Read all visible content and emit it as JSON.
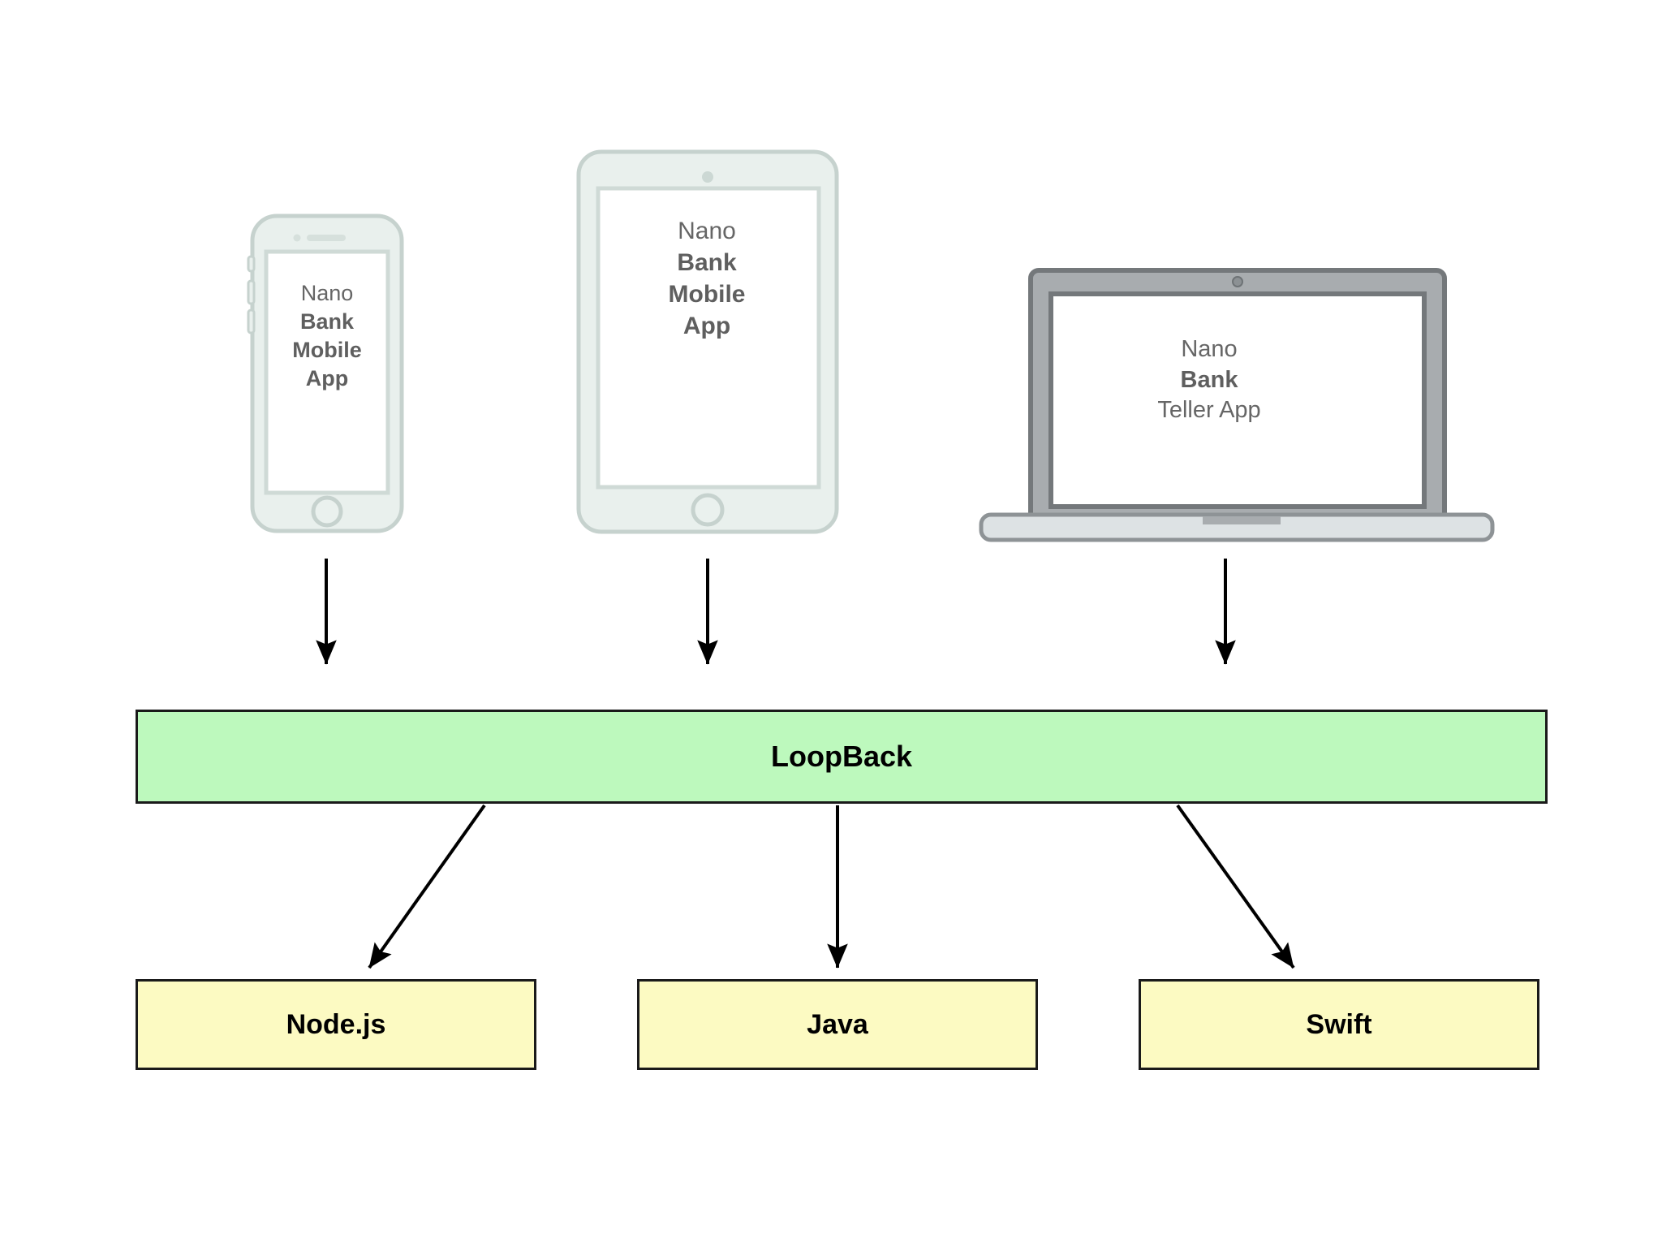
{
  "diagram": {
    "title": "LoopBack multi-client architecture",
    "background_color": "#ffffff"
  },
  "devices": [
    {
      "name": "phone",
      "icon": "smartphone-icon",
      "screen_lines": [
        {
          "text": "Nano",
          "bold": false
        },
        {
          "text": "Bank",
          "bold": true
        },
        {
          "text": "Mobile",
          "bold": true
        },
        {
          "text": "App",
          "bold": true
        }
      ]
    },
    {
      "name": "tablet",
      "icon": "tablet-icon",
      "screen_lines": [
        {
          "text": "Nano",
          "bold": false
        },
        {
          "text": "Bank",
          "bold": true
        },
        {
          "text": "Mobile",
          "bold": true
        },
        {
          "text": "App",
          "bold": true
        }
      ]
    },
    {
      "name": "laptop",
      "icon": "laptop-icon",
      "screen_lines": [
        {
          "text": "Nano",
          "bold": false
        },
        {
          "text": "Bank",
          "bold": true
        },
        {
          "text": "Teller App",
          "bold": false
        }
      ]
    }
  ],
  "middleware": {
    "label": "LoopBack",
    "fill_color": "#bdf9bd",
    "border_color": "#1a1a1a"
  },
  "languages": [
    {
      "label": "Node.js",
      "fill_color": "#fcfac2",
      "border_color": "#1a1a1a"
    },
    {
      "label": "Java",
      "fill_color": "#fcfac2",
      "border_color": "#1a1a1a"
    },
    {
      "label": "Swift",
      "fill_color": "#fcfac2",
      "border_color": "#1a1a1a"
    }
  ],
  "connectors": [
    {
      "name": "phone-to-loopback",
      "from": "phone",
      "to": "LoopBack",
      "style": "straight-down"
    },
    {
      "name": "tablet-to-loopback",
      "from": "tablet",
      "to": "LoopBack",
      "style": "straight-down"
    },
    {
      "name": "laptop-to-loopback",
      "from": "laptop",
      "to": "LoopBack",
      "style": "straight-down"
    },
    {
      "name": "loopback-to-nodejs",
      "from": "LoopBack",
      "to": "Node.js",
      "style": "diagonal-left"
    },
    {
      "name": "loopback-to-java",
      "from": "LoopBack",
      "to": "Java",
      "style": "straight-down"
    },
    {
      "name": "loopback-to-swift",
      "from": "LoopBack",
      "to": "Swift",
      "style": "diagonal-right"
    }
  ],
  "colors": {
    "device_body": "#e8efec",
    "device_outline": "#c8d4d0",
    "laptop_body": "#a6aaad",
    "laptop_outline": "#75797c",
    "arrow": "#000000",
    "screen_text": "#666666"
  }
}
